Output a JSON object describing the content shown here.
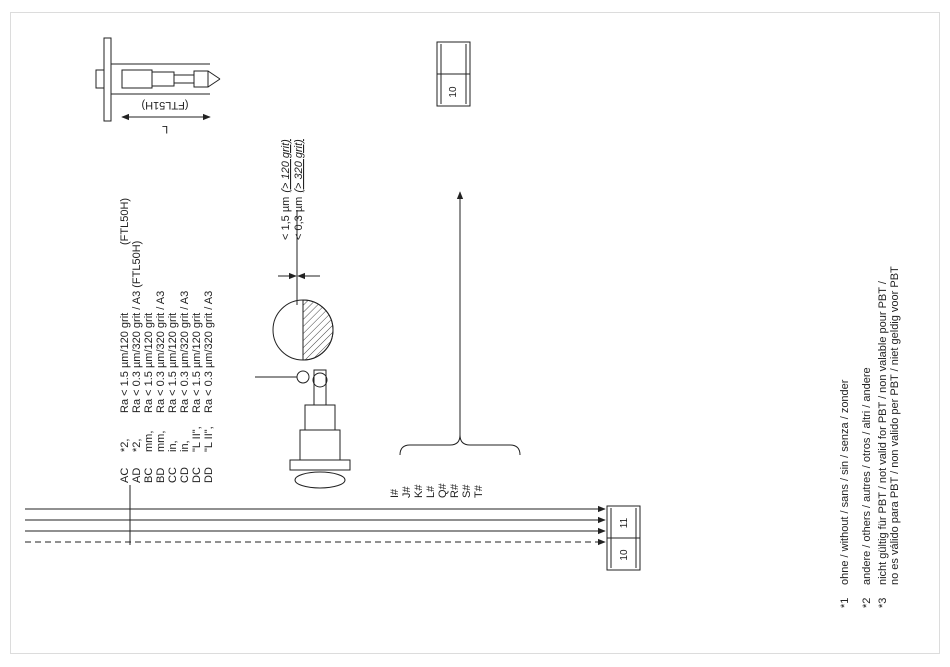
{
  "codes": [
    "AC",
    "AD",
    "BC",
    "BD",
    "CC",
    "CD",
    "DC",
    "DD"
  ],
  "markers": [
    "*2,",
    "*2,",
    "mm,",
    "mm,",
    "in,",
    "in,",
    "\"L II\",",
    "\"L II\","
  ],
  "specs": [
    "Ra < 1.5 µm/120 grit",
    "Ra < 0.3 µm/320 grit / A3 (FTL50H)",
    "Ra < 1.5 µm/120 grit",
    "Ra < 0.3 µm/320 grit / A3",
    "Ra < 1.5 µm/120 grit",
    "Ra < 0.3 µm/320 grit / A3",
    "Ra < 1.5 µm/120 grit",
    "Ra < 0.3 µm/320 grit / A3"
  ],
  "first_spec_suffix": "(FTL50H)",
  "roughness": {
    "line1_value": "< 1,5 µm",
    "line1_grit": "(> 120 grit)",
    "line2_value": "< 0,3 µm",
    "line2_grit": "(> 320 grit)"
  },
  "flange": {
    "model": "(FTL51H)",
    "length_label": "L"
  },
  "extra_codes": [
    "I#",
    "J#",
    "K#",
    "L#",
    "Q#",
    "R#",
    "S#",
    "T#"
  ],
  "page_refs": {
    "top_book": "10",
    "bottom_left": "10",
    "bottom_right": "11"
  },
  "footnotes": [
    {
      "marker": "*1",
      "lines": [
        "ohne / without / sans / sin / senza / zonder"
      ]
    },
    {
      "marker": "*2",
      "lines": [
        "andere / others / autres / otros / altri / andere"
      ]
    },
    {
      "marker": "*3",
      "lines": [
        "nicht gültig für PBT / not valid for PBT / non valable pour PBT /",
        "no es válido para PBT / non valido per PBT / niet geldig voor PBT"
      ]
    }
  ]
}
